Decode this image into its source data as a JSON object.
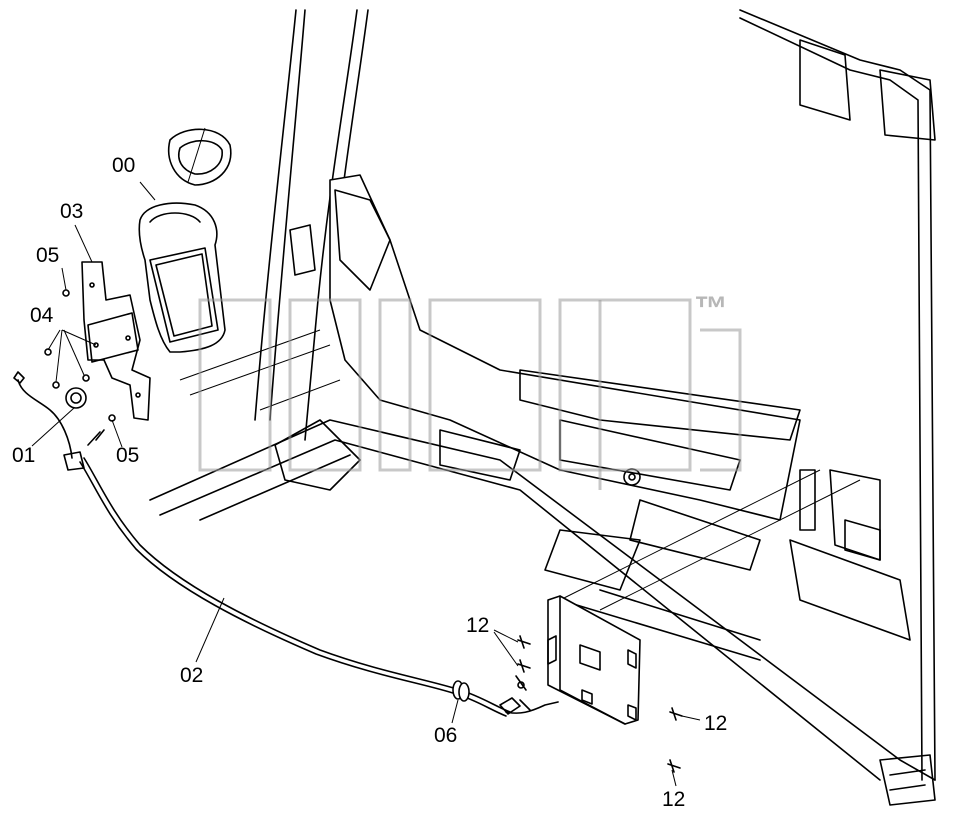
{
  "labels": {
    "l00": "00",
    "l01": "01",
    "l02": "02",
    "l03": "03",
    "l04": "04",
    "l05a": "05",
    "l05b": "05",
    "l06": "06",
    "l12a": "12",
    "l12b": "12",
    "l12c": "12"
  },
  "watermark": {
    "mark": "™"
  }
}
